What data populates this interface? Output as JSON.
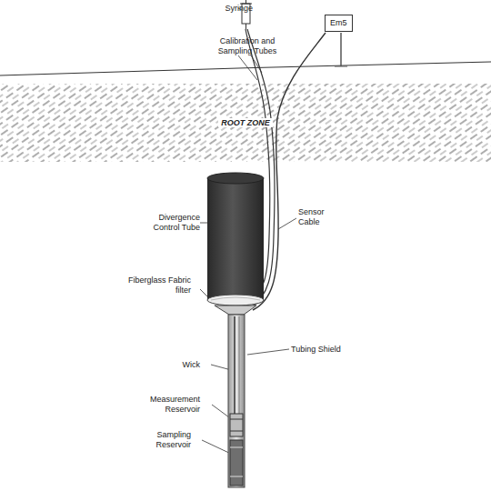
{
  "diagram": {
    "nodes": [
      {
        "text": [
          "Em5"
        ]
      },
      {
        "text": [
          "ROOT ZONE"
        ]
      }
    ],
    "labels": [
      "Syringe",
      "Calibration and Sampling Tubes",
      "Divergence Control Tube",
      "Sensor Cable",
      "Fiberglass Fabric filter",
      "Tubing Shield",
      "Wick",
      "Measurement Reservoir",
      "Sampling Reservoir"
    ]
  }
}
